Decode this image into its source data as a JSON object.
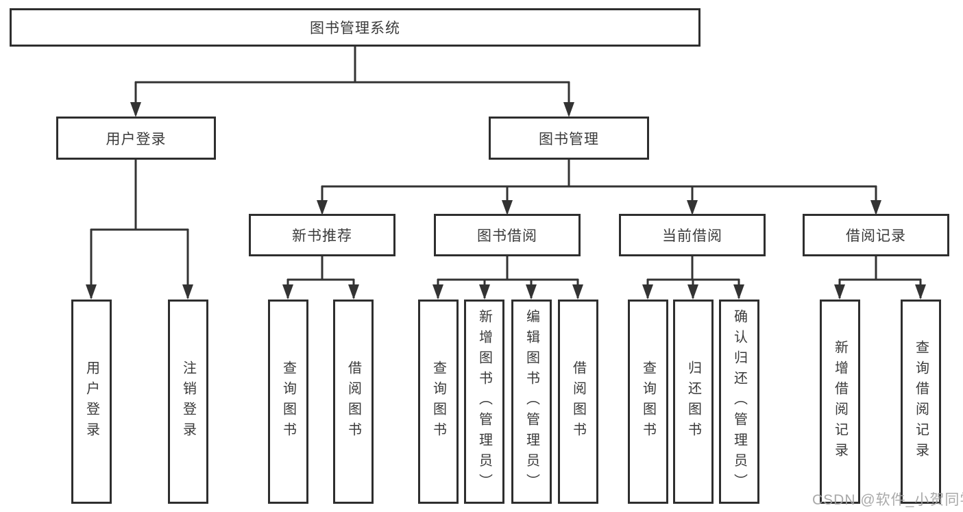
{
  "nodes": {
    "root": {
      "label": "图书管理系统"
    },
    "user_login": {
      "label": "用户登录"
    },
    "book_manage": {
      "label": "图书管理"
    },
    "new_book_rec": {
      "label": "新书推荐"
    },
    "book_borrow": {
      "label": "图书借阅"
    },
    "current_borrow": {
      "label": "当前借阅"
    },
    "borrow_records": {
      "label": "借阅记录"
    },
    "leaf_user_login": {
      "label": "用户登录"
    },
    "leaf_logout": {
      "label": "注销登录"
    },
    "leaf_rec_query_book": {
      "label": "查询图书"
    },
    "leaf_rec_borrow_book": {
      "label": "借阅图书"
    },
    "leaf_bor_query_book": {
      "label": "查询图书"
    },
    "leaf_bor_add_book": {
      "label": "新增图书（管理员）"
    },
    "leaf_bor_edit_book": {
      "label": "编辑图书（管理员）"
    },
    "leaf_bor_borrow_book": {
      "label": "借阅图书"
    },
    "leaf_cur_query_book": {
      "label": "查询图书"
    },
    "leaf_cur_return_book": {
      "label": "归还图书"
    },
    "leaf_cur_confirm": {
      "label": "确认归还（管理员）"
    },
    "leaf_rec_add_record": {
      "label": "新增借阅记录"
    },
    "leaf_rec_query_record": {
      "label": "查询借阅记录"
    }
  },
  "watermark": {
    "text": "CSDN @软件_小贺同学",
    "color": "#a2a2a2"
  },
  "colors": {
    "line": "#333333",
    "border": "#2e2e2e",
    "text": "#3a3a3a",
    "background": "#ffffff"
  }
}
